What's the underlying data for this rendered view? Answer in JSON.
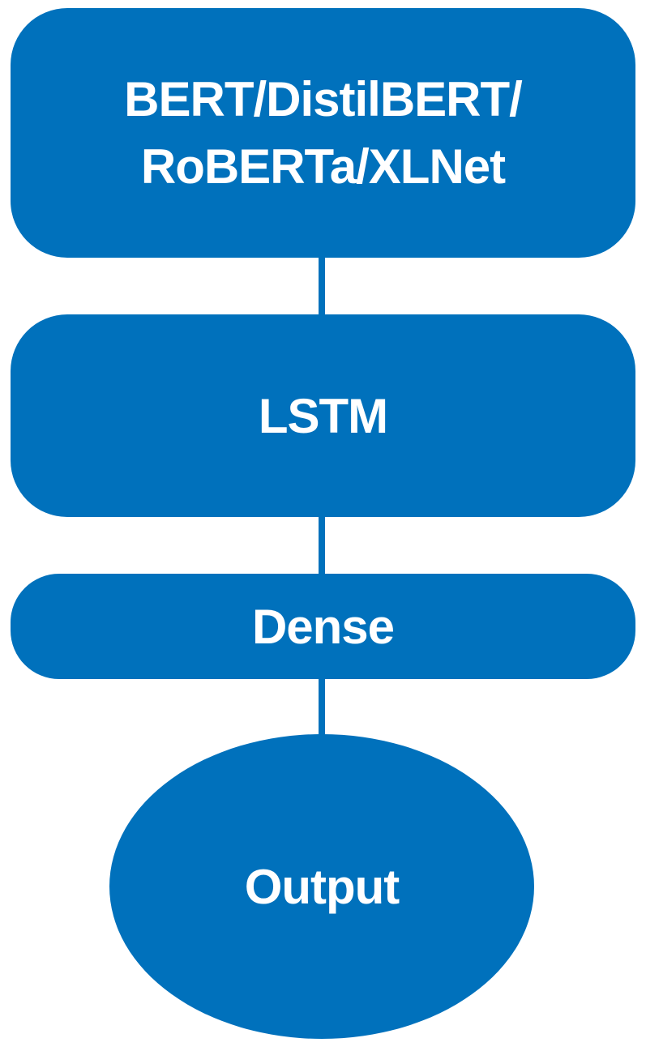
{
  "figure": {
    "type": "flow-diagram",
    "background_color": "#FFFFFF",
    "accent_color": "#0071BC",
    "label_color": "#FFFFFF"
  },
  "nodes": {
    "models": {
      "shape": "rounded-rectangle",
      "line1": "BERT/DistilBERT/",
      "line2": "RoBERTa/XLNet"
    },
    "lstm": {
      "shape": "rounded-rectangle",
      "label": "LSTM"
    },
    "dense": {
      "shape": "rounded-rectangle",
      "label": "Dense"
    },
    "output": {
      "shape": "ellipse",
      "label": "Output"
    }
  },
  "connections": [
    {
      "from": "models",
      "to": "lstm"
    },
    {
      "from": "lstm",
      "to": "dense"
    },
    {
      "from": "dense",
      "to": "output"
    }
  ]
}
